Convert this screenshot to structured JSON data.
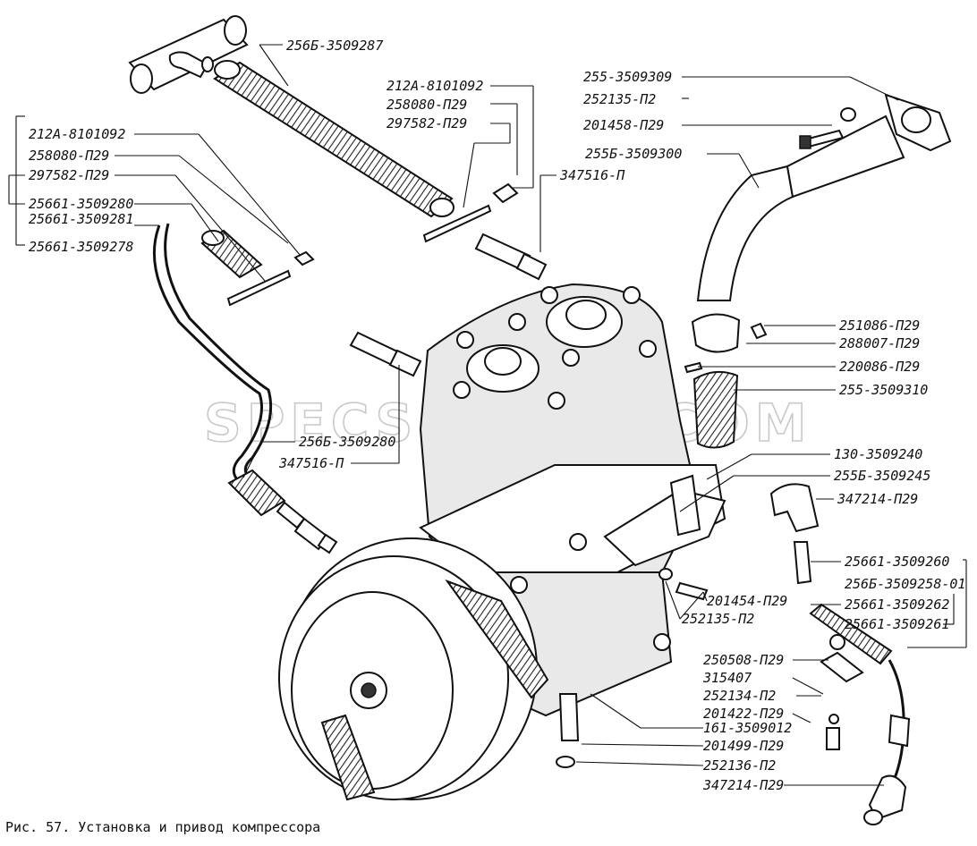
{
  "figure": {
    "caption": "Рис. 57. Установка и привод компрессора",
    "watermark": "SPECSERVER.COM"
  },
  "parts": [
    {
      "id": "p1",
      "label": "256Б-3509287"
    },
    {
      "id": "p2",
      "label": "212А-8101092"
    },
    {
      "id": "p3",
      "label": "258080-П29"
    },
    {
      "id": "p4",
      "label": "297582-П29"
    },
    {
      "id": "p5",
      "label": "255-3509309"
    },
    {
      "id": "p6",
      "label": "252135-П2"
    },
    {
      "id": "p7",
      "label": "201458-П29"
    },
    {
      "id": "p8",
      "label": "255Б-3509300"
    },
    {
      "id": "p9",
      "label": "347516-П"
    },
    {
      "id": "p10",
      "label": "212А-8101092"
    },
    {
      "id": "p11",
      "label": "258080-П29"
    },
    {
      "id": "p12",
      "label": "297582-П29"
    },
    {
      "id": "p13",
      "label": "25661-3509280"
    },
    {
      "id": "p14",
      "label": "25661-3509281"
    },
    {
      "id": "p15",
      "label": "25661-3509278"
    },
    {
      "id": "p16",
      "label": "251086-П29"
    },
    {
      "id": "p17",
      "label": "288007-П29"
    },
    {
      "id": "p18",
      "label": "220086-П29"
    },
    {
      "id": "p19",
      "label": "255-3509310"
    },
    {
      "id": "p20",
      "label": "256Б-3509280"
    },
    {
      "id": "p21",
      "label": "347516-П"
    },
    {
      "id": "p22",
      "label": "130-3509240"
    },
    {
      "id": "p23",
      "label": "255Б-3509245"
    },
    {
      "id": "p24",
      "label": "347214-П29"
    },
    {
      "id": "p25",
      "label": "25661-3509260"
    },
    {
      "id": "p26",
      "label": "256Б-3509258-01"
    },
    {
      "id": "p27",
      "label": "25661-3509262"
    },
    {
      "id": "p28",
      "label": "25661-3509261"
    },
    {
      "id": "p29",
      "label": "201454-П29"
    },
    {
      "id": "p30",
      "label": "252135-П2"
    },
    {
      "id": "p31",
      "label": "250508-П29"
    },
    {
      "id": "p32",
      "label": "315407"
    },
    {
      "id": "p33",
      "label": "252134-П2"
    },
    {
      "id": "p34",
      "label": "201422-П29"
    },
    {
      "id": "p35",
      "label": "161-3509012"
    },
    {
      "id": "p36",
      "label": "201499-П29"
    },
    {
      "id": "p37",
      "label": "252136-П2"
    },
    {
      "id": "p38",
      "label": "347214-П29"
    }
  ]
}
